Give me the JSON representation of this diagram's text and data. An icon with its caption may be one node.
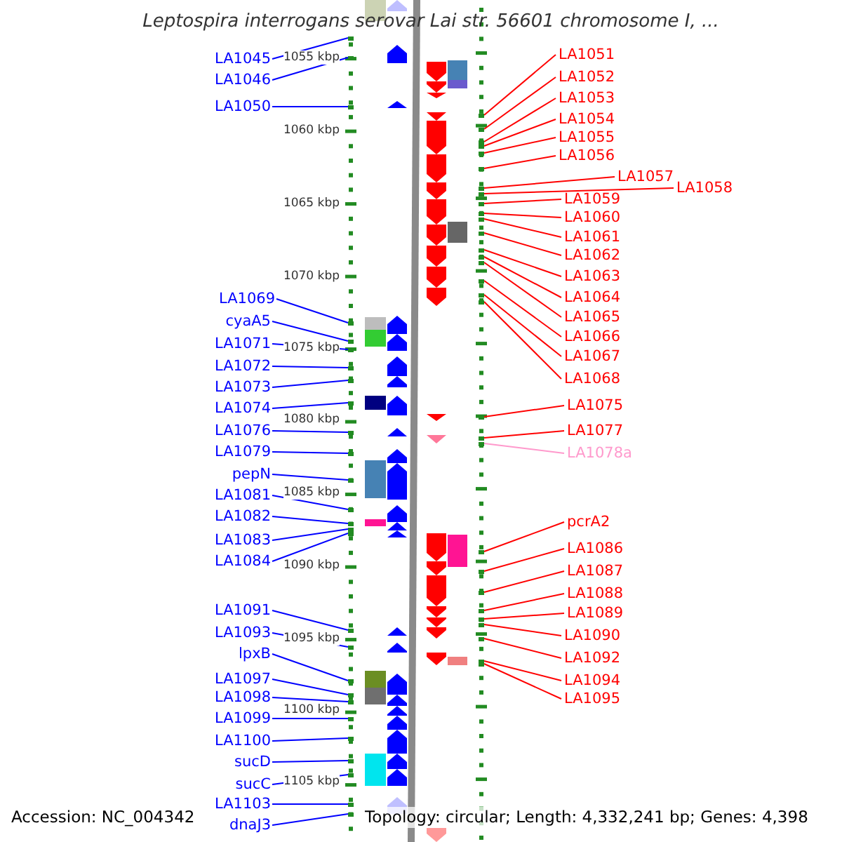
{
  "diagram": {
    "title": "Leptospira interrogans serovar Lai str. 56601 chromosome I, ...",
    "nodes": [
      {
        "text": [
          "LA1045"
        ]
      },
      {
        "text": [
          "LA1046"
        ]
      },
      {
        "text": [
          "LA1050"
        ]
      },
      {
        "text": [
          "LA1069"
        ]
      },
      {
        "text": [
          "cyaA5"
        ]
      },
      {
        "text": [
          "LA1071"
        ]
      },
      {
        "text": [
          "LA1072"
        ]
      },
      {
        "text": [
          "LA1073"
        ]
      },
      {
        "text": [
          "LA1074"
        ]
      },
      {
        "text": [
          "LA1076"
        ]
      },
      {
        "text": [
          "LA1079"
        ]
      },
      {
        "text": [
          "pepN"
        ]
      },
      {
        "text": [
          "LA1081"
        ]
      },
      {
        "text": [
          "LA1082"
        ]
      },
      {
        "text": [
          "LA1083"
        ]
      },
      {
        "text": [
          "LA1084"
        ]
      },
      {
        "text": [
          "LA1091"
        ]
      },
      {
        "text": [
          "LA1093"
        ]
      },
      {
        "text": [
          "lpxB"
        ]
      },
      {
        "text": [
          "LA1097"
        ]
      },
      {
        "text": [
          "LA1098"
        ]
      },
      {
        "text": [
          "LA1099"
        ]
      },
      {
        "text": [
          "LA1100"
        ]
      },
      {
        "text": [
          "sucD"
        ]
      },
      {
        "text": [
          "sucC"
        ]
      },
      {
        "text": [
          "LA1103"
        ]
      },
      {
        "text": [
          "dnaJ3"
        ]
      },
      {
        "text": [
          "LA1051"
        ]
      },
      {
        "text": [
          "LA1052"
        ]
      },
      {
        "text": [
          "LA1053"
        ]
      },
      {
        "text": [
          "LA1054"
        ]
      },
      {
        "text": [
          "LA1055"
        ]
      },
      {
        "text": [
          "LA1056"
        ]
      },
      {
        "text": [
          "LA1057"
        ]
      },
      {
        "text": [
          "LA1058"
        ]
      },
      {
        "text": [
          "LA1059"
        ]
      },
      {
        "text": [
          "LA1060"
        ]
      },
      {
        "text": [
          "LA1061"
        ]
      },
      {
        "text": [
          "LA1062"
        ]
      },
      {
        "text": [
          "LA1063"
        ]
      },
      {
        "text": [
          "LA1064"
        ]
      },
      {
        "text": [
          "LA1065"
        ]
      },
      {
        "text": [
          "LA1066"
        ]
      },
      {
        "text": [
          "LA1067"
        ]
      },
      {
        "text": [
          "LA1068"
        ]
      },
      {
        "text": [
          "LA1075"
        ]
      },
      {
        "text": [
          "LA1077"
        ]
      },
      {
        "text": [
          "LA1078a"
        ]
      },
      {
        "text": [
          "pcrA2"
        ]
      },
      {
        "text": [
          "LA1086"
        ]
      },
      {
        "text": [
          "LA1087"
        ]
      },
      {
        "text": [
          "LA1088"
        ]
      },
      {
        "text": [
          "LA1089"
        ]
      },
      {
        "text": [
          "LA1090"
        ]
      },
      {
        "text": [
          "LA1092"
        ]
      },
      {
        "text": [
          "LA1094"
        ]
      },
      {
        "text": [
          "LA1095"
        ]
      },
      {
        "text": [],
        "shape": "dot"
      },
      {
        "text": [],
        "shape": "dot"
      },
      {
        "text": [],
        "shape": "dot"
      },
      {
        "text": [],
        "shape": "dot"
      },
      {
        "text": [],
        "shape": "dot"
      },
      {
        "text": [],
        "shape": "dot"
      },
      {
        "text": [],
        "shape": "dot"
      },
      {
        "text": [],
        "shape": "dot"
      },
      {
        "text": [],
        "shape": "dot"
      },
      {
        "text": [],
        "shape": "dot"
      },
      {
        "text": [],
        "shape": "dot"
      },
      {
        "text": [],
        "shape": "dot"
      },
      {
        "text": [],
        "shape": "dot"
      },
      {
        "text": [],
        "shape": "dot"
      },
      {
        "text": [],
        "shape": "dot"
      },
      {
        "text": [],
        "shape": "dot"
      },
      {
        "text": [],
        "shape": "dot"
      },
      {
        "text": [],
        "shape": "dot"
      },
      {
        "text": [],
        "shape": "dot"
      },
      {
        "text": [],
        "shape": "dot"
      },
      {
        "text": [],
        "shape": "dot"
      },
      {
        "text": [],
        "shape": "dot"
      },
      {
        "text": [],
        "shape": "dot"
      },
      {
        "text": [],
        "shape": "dot"
      },
      {
        "text": [],
        "shape": "dot"
      },
      {
        "text": [],
        "shape": "dot"
      },
      {
        "text": [],
        "shape": "dot"
      },
      {
        "text": [],
        "shape": "dot"
      },
      {
        "text": [],
        "shape": "dot"
      },
      {
        "text": [],
        "shape": "dot"
      },
      {
        "text": [],
        "shape": "dot"
      },
      {
        "text": [],
        "shape": "dot"
      },
      {
        "text": [],
        "shape": "dot"
      },
      {
        "text": [],
        "shape": "dot"
      },
      {
        "text": [],
        "shape": "dot"
      },
      {
        "text": [],
        "shape": "dot"
      },
      {
        "text": [],
        "shape": "dot"
      },
      {
        "text": [],
        "shape": "dot"
      },
      {
        "text": [],
        "shape": "dot"
      },
      {
        "text": [],
        "shape": "dot"
      },
      {
        "text": [],
        "shape": "dot"
      },
      {
        "text": [],
        "shape": "dot"
      },
      {
        "text": [],
        "shape": "dot"
      },
      {
        "text": [],
        "shape": "dot"
      },
      {
        "text": [],
        "shape": "dot"
      },
      {
        "text": [],
        "shape": "dot"
      },
      {
        "text": [],
        "shape": "dot"
      },
      {
        "text": [],
        "shape": "dot"
      },
      {
        "text": [],
        "shape": "dot"
      },
      {
        "text": [],
        "shape": "dot"
      },
      {
        "text": [],
        "shape": "dot"
      },
      {
        "text": [],
        "shape": "dot"
      },
      {
        "text": [],
        "shape": "dot"
      },
      {
        "text": [],
        "shape": "dot"
      },
      {
        "text": [],
        "shape": "dot"
      },
      {
        "text": [],
        "shape": "dot"
      },
      {
        "text": [],
        "shape": "dot"
      }
    ],
    "edges": [
      {
        "from": 0,
        "to": 57,
        "arrow": "none",
        "color": "#0000ff"
      },
      {
        "from": 1,
        "to": 58,
        "arrow": "none",
        "color": "#0000ff"
      },
      {
        "from": 2,
        "to": 59,
        "arrow": "none",
        "color": "#0000ff"
      },
      {
        "from": 3,
        "to": 60,
        "arrow": "none",
        "color": "#0000ff"
      },
      {
        "from": 4,
        "to": 61,
        "arrow": "none",
        "color": "#0000ff"
      },
      {
        "from": 5,
        "to": 62,
        "arrow": "none",
        "color": "#0000ff"
      },
      {
        "from": 6,
        "to": 63,
        "arrow": "none",
        "color": "#0000ff"
      },
      {
        "from": 7,
        "to": 64,
        "arrow": "none",
        "color": "#0000ff"
      },
      {
        "from": 8,
        "to": 65,
        "arrow": "none",
        "color": "#0000ff"
      },
      {
        "from": 9,
        "to": 66,
        "arrow": "none",
        "color": "#0000ff"
      },
      {
        "from": 10,
        "to": 67,
        "arrow": "none",
        "color": "#0000ff"
      },
      {
        "from": 11,
        "to": 68,
        "arrow": "none",
        "color": "#0000ff"
      },
      {
        "from": 12,
        "to": 69,
        "arrow": "none",
        "color": "#0000ff"
      },
      {
        "from": 13,
        "to": 70,
        "arrow": "none",
        "color": "#0000ff"
      },
      {
        "from": 14,
        "to": 71,
        "arrow": "none",
        "color": "#0000ff"
      },
      {
        "from": 15,
        "to": 72,
        "arrow": "none",
        "color": "#0000ff"
      },
      {
        "from": 16,
        "to": 73,
        "arrow": "none",
        "color": "#0000ff"
      },
      {
        "from": 17,
        "to": 74,
        "arrow": "none",
        "color": "#0000ff"
      },
      {
        "from": 18,
        "to": 75,
        "arrow": "none",
        "color": "#0000ff"
      },
      {
        "from": 19,
        "to": 76,
        "arrow": "none",
        "color": "#0000ff"
      },
      {
        "from": 20,
        "to": 77,
        "arrow": "none",
        "color": "#0000ff"
      },
      {
        "from": 21,
        "to": 78,
        "arrow": "none",
        "color": "#0000ff"
      },
      {
        "from": 22,
        "to": 79,
        "arrow": "none",
        "color": "#0000ff"
      },
      {
        "from": 23,
        "to": 80,
        "arrow": "none",
        "color": "#0000ff"
      },
      {
        "from": 24,
        "to": 81,
        "arrow": "none",
        "color": "#0000ff"
      },
      {
        "from": 25,
        "to": 82,
        "arrow": "none",
        "color": "#0000ff"
      },
      {
        "from": 26,
        "to": 83,
        "arrow": "none",
        "color": "#0000ff"
      },
      {
        "from": 27,
        "to": 84,
        "arrow": "none"
      },
      {
        "from": 28,
        "to": 85,
        "arrow": "none"
      },
      {
        "from": 29,
        "to": 86,
        "arrow": "none"
      },
      {
        "from": 30,
        "to": 87,
        "arrow": "none"
      },
      {
        "from": 31,
        "to": 88,
        "arrow": "none"
      },
      {
        "from": 32,
        "to": 89,
        "arrow": "none"
      },
      {
        "from": 33,
        "to": 90,
        "arrow": "none"
      },
      {
        "from": 34,
        "to": 91,
        "arrow": "none"
      },
      {
        "from": 35,
        "to": 92,
        "arrow": "none"
      },
      {
        "from": 36,
        "to": 93,
        "arrow": "none"
      },
      {
        "from": 37,
        "to": 94,
        "arrow": "none"
      },
      {
        "from": 38,
        "to": 95,
        "arrow": "none"
      },
      {
        "from": 39,
        "to": 96,
        "arrow": "none"
      },
      {
        "from": 40,
        "to": 97,
        "arrow": "none"
      },
      {
        "from": 41,
        "to": 98,
        "arrow": "none"
      },
      {
        "from": 42,
        "to": 99,
        "arrow": "none"
      },
      {
        "from": 43,
        "to": 100,
        "arrow": "none"
      },
      {
        "from": 44,
        "to": 101,
        "arrow": "none"
      },
      {
        "from": 45,
        "to": 102,
        "arrow": "none"
      },
      {
        "from": 46,
        "to": 103,
        "arrow": "none"
      },
      {
        "from": 47,
        "to": 104,
        "arrow": "none",
        "color": "#ff99cc"
      },
      {
        "from": 48,
        "to": 105,
        "arrow": "none"
      },
      {
        "from": 49,
        "to": 106,
        "arrow": "none"
      },
      {
        "from": 50,
        "to": 107,
        "arrow": "none"
      },
      {
        "from": 51,
        "to": 108,
        "arrow": "none"
      },
      {
        "from": 52,
        "to": 109,
        "arrow": "none"
      },
      {
        "from": 53,
        "to": 110,
        "arrow": "none"
      },
      {
        "from": 54,
        "to": 111,
        "arrow": "none"
      },
      {
        "from": 55,
        "to": 112,
        "arrow": "none"
      },
      {
        "from": 56,
        "to": 113,
        "arrow": "none"
      }
    ],
    "labels": [
      "1055 kbp",
      "1060 kbp",
      "1065 kbp",
      "1070 kbp",
      "1075 kbp",
      "1080 kbp",
      "1085 kbp",
      "1090 kbp",
      "1095 kbp",
      "1100 kbp",
      "1105 kbp",
      "Accession: NC_004342",
      "Topology: circular; Length: 4,332,241 bp; Genes: 4,398"
    ]
  }
}
